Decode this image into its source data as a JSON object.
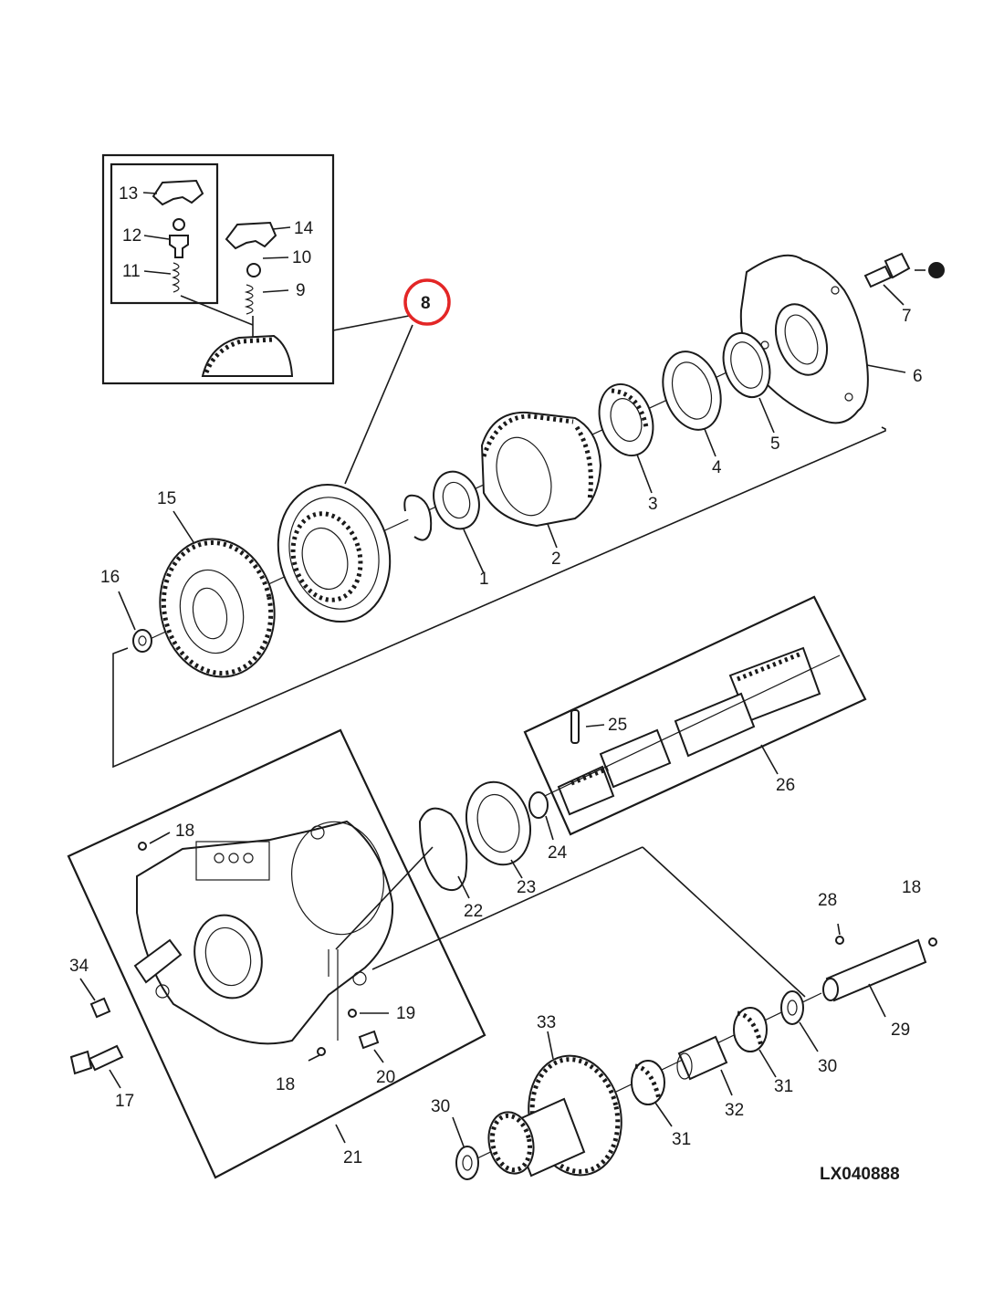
{
  "callouts": [
    {
      "id": "c1",
      "text": "1"
    },
    {
      "id": "c2",
      "text": "2"
    },
    {
      "id": "c3",
      "text": "3"
    },
    {
      "id": "c4",
      "text": "4"
    },
    {
      "id": "c5",
      "text": "5"
    },
    {
      "id": "c6",
      "text": "6"
    },
    {
      "id": "c7",
      "text": "7"
    },
    {
      "id": "c8",
      "text": "8"
    },
    {
      "id": "c9",
      "text": "9"
    },
    {
      "id": "c10",
      "text": "10"
    },
    {
      "id": "c11",
      "text": "11"
    },
    {
      "id": "c12",
      "text": "12"
    },
    {
      "id": "c13",
      "text": "13"
    },
    {
      "id": "c14",
      "text": "14"
    },
    {
      "id": "c15",
      "text": "15"
    },
    {
      "id": "c16",
      "text": "16"
    },
    {
      "id": "c17",
      "text": "17"
    },
    {
      "id": "c18a",
      "text": "18"
    },
    {
      "id": "c18b",
      "text": "18"
    },
    {
      "id": "c18c",
      "text": "18"
    },
    {
      "id": "c19",
      "text": "19"
    },
    {
      "id": "c20",
      "text": "20"
    },
    {
      "id": "c21",
      "text": "21"
    },
    {
      "id": "c22",
      "text": "22"
    },
    {
      "id": "c23",
      "text": "23"
    },
    {
      "id": "c24",
      "text": "24"
    },
    {
      "id": "c25",
      "text": "25"
    },
    {
      "id": "c26",
      "text": "26"
    },
    {
      "id": "c28",
      "text": "28"
    },
    {
      "id": "c29",
      "text": "29"
    },
    {
      "id": "c30a",
      "text": "30"
    },
    {
      "id": "c30b",
      "text": "30"
    },
    {
      "id": "c31a",
      "text": "31"
    },
    {
      "id": "c31b",
      "text": "31"
    },
    {
      "id": "c32",
      "text": "32"
    },
    {
      "id": "c33",
      "text": "33"
    },
    {
      "id": "c34",
      "text": "34"
    }
  ],
  "figure_code": "LX040888",
  "highlighted_callout": "8",
  "colors": {
    "line": "#1a1a1a",
    "highlight": "#e32626",
    "background": "#ffffff"
  }
}
